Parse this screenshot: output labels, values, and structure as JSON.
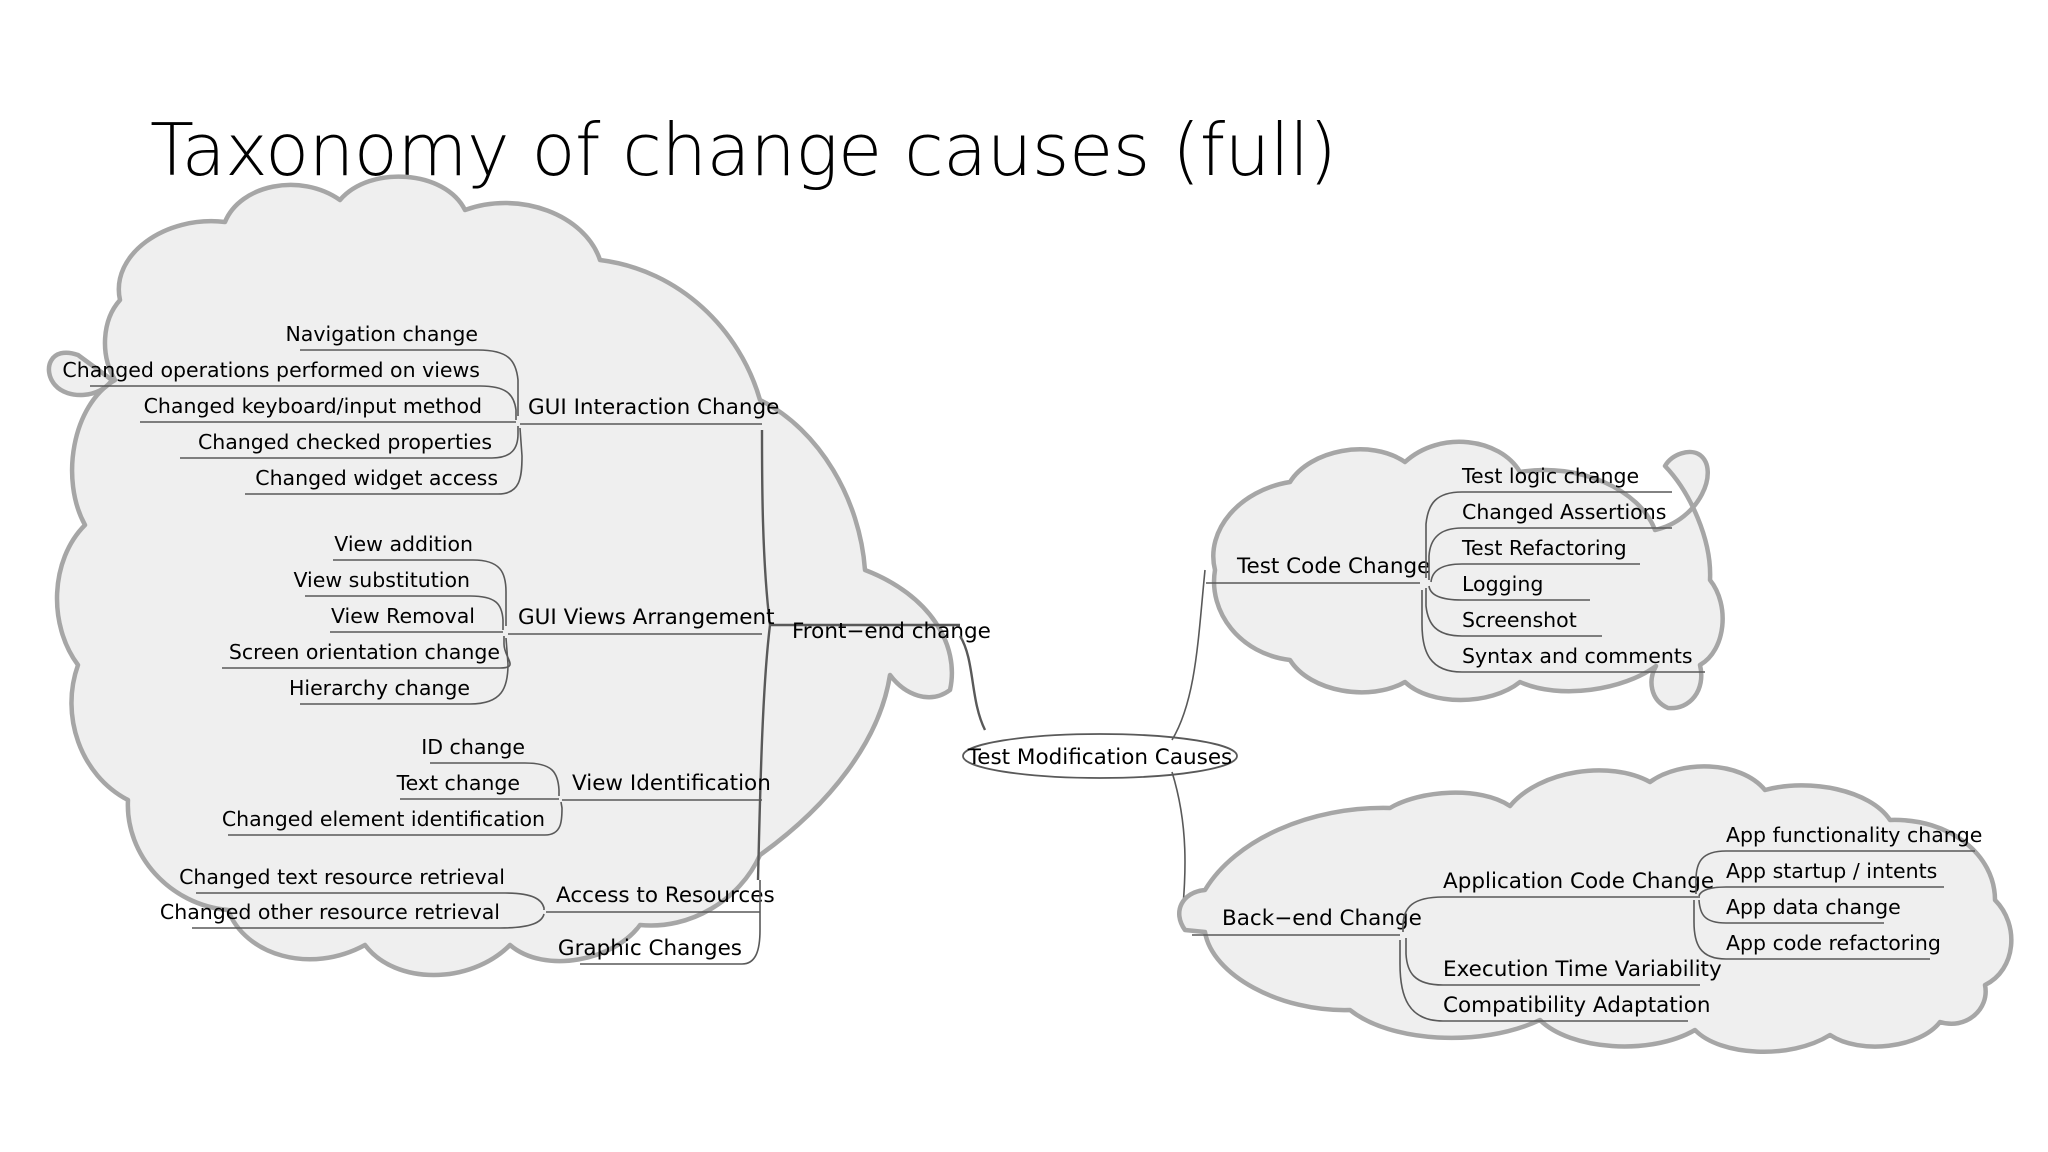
{
  "slide": {
    "title": "Taxonomy of change causes (full)",
    "background_color": "#ffffff",
    "cloud_fill": "#efefef",
    "cloud_stroke": "#a6a6a6",
    "line_color": "#595959",
    "text_color": "#000000"
  },
  "root": {
    "label": "Test Modification Causes"
  },
  "branches": {
    "front_end": {
      "label": "Front−end change",
      "groups": {
        "gui_interaction": {
          "label": "GUI Interaction Change",
          "leaves": [
            "Navigation change",
            "Changed operations performed on views",
            "Changed keyboard/input method",
            "Changed checked properties",
            "Changed widget access"
          ]
        },
        "gui_views": {
          "label": "GUI Views Arrangement",
          "leaves": [
            "View addition",
            "View substitution",
            "View Removal",
            "Screen orientation change",
            "Hierarchy change"
          ]
        },
        "view_identification": {
          "label": "View Identification",
          "leaves": [
            "ID change",
            "Text change",
            "Changed element identification"
          ]
        },
        "access_resources": {
          "label": "Access to Resources",
          "leaves": [
            "Changed text resource retrieval",
            "Changed other resource retrieval"
          ]
        },
        "graphic_changes": {
          "label": "Graphic Changes",
          "leaves": []
        }
      }
    },
    "test_code": {
      "label": "Test Code Change",
      "leaves": [
        "Test logic change",
        "Changed Assertions",
        "Test Refactoring",
        "Logging",
        "Screenshot",
        "Syntax and comments"
      ]
    },
    "back_end": {
      "label": "Back−end Change",
      "groups": {
        "application_code": {
          "label": "Application Code Change",
          "leaves": [
            "App functionality change",
            "App startup / intents",
            "App data change",
            "App code refactoring"
          ]
        },
        "execution_time": {
          "label": "Execution Time Variability",
          "leaves": []
        },
        "compatibility": {
          "label": "Compatibility Adaptation",
          "leaves": []
        }
      }
    }
  }
}
